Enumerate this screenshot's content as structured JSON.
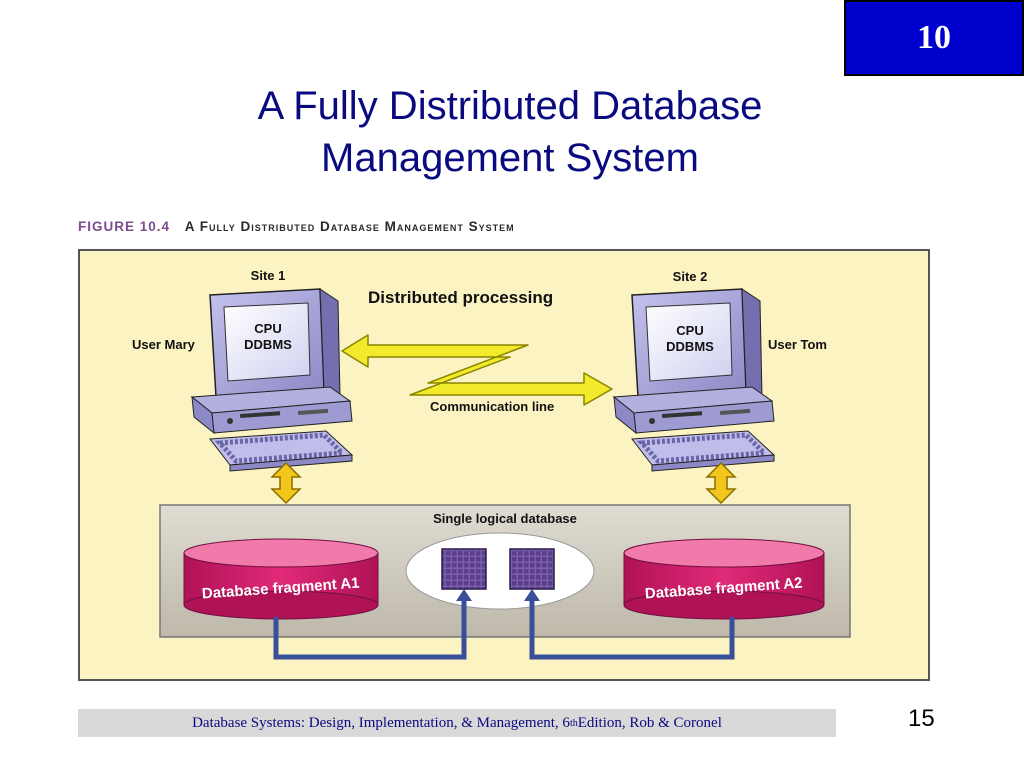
{
  "slide": {
    "chapter": "10",
    "title_line1": "A Fully Distributed Database",
    "title_line2": "Management System",
    "page_number": "15"
  },
  "figure": {
    "number": "FIGURE 10.4",
    "title": "A Fully Distributed Database Management System",
    "distributed_processing": "Distributed processing",
    "communication_line": "Communication line",
    "site1": {
      "label": "Site 1",
      "user": "User Mary",
      "screen_line1": "CPU",
      "screen_line2": "DDBMS"
    },
    "site2": {
      "label": "Site 2",
      "user": "User Tom",
      "screen_line1": "CPU",
      "screen_line2": "DDBMS"
    },
    "logical_db": "Single logical database",
    "fragment_a1": "Database fragment A1",
    "fragment_a2": "Database fragment A2",
    "colors": {
      "background": "#fbf3c2",
      "monitor": "#a9a6d8",
      "cylinder": "#d8206c",
      "arrow_yellow": "#f2ea2a",
      "connector": "#3a4f9a"
    }
  },
  "footer": {
    "text_before": "Database Systems: Design, Implementation, & Management, 6",
    "sup": "th",
    "text_after": " Edition, Rob & Coronel"
  }
}
